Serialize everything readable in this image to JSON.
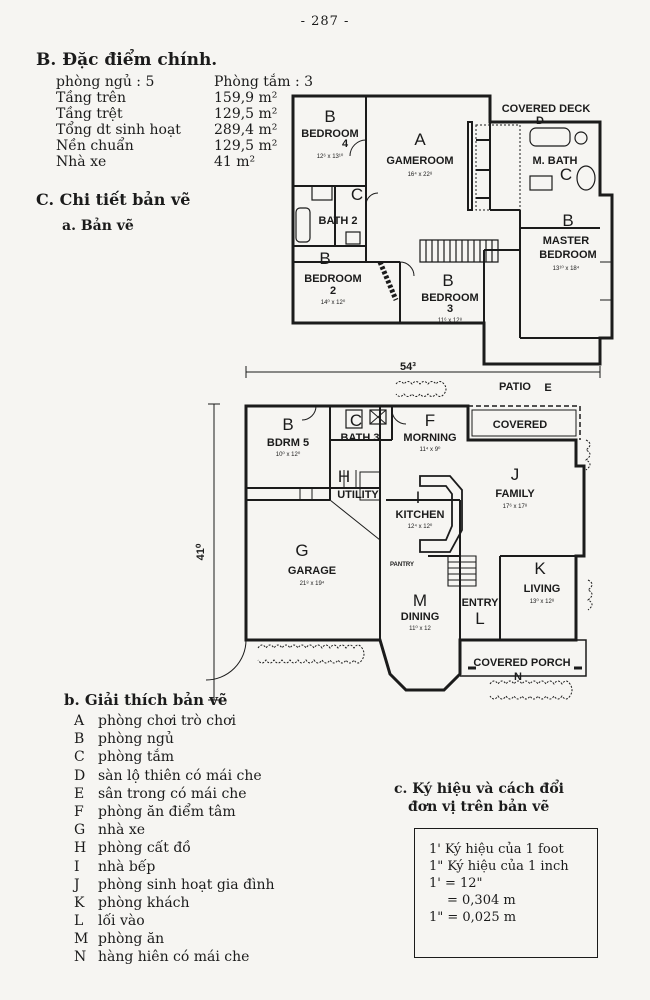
{
  "page_number": "- 287 -",
  "section_b": {
    "title": "B. Đặc điểm chính.",
    "stats": [
      {
        "label": "phòng ngủ : 5",
        "value": "Phòng tắm : 3"
      },
      {
        "label": "Tầng trên",
        "value": "159,9 m²"
      },
      {
        "label": "Tầng trệt",
        "value": "129,5 m²"
      },
      {
        "label": "Tổng dt sinh hoạt",
        "value": "289,4 m²"
      },
      {
        "label": "Nền chuẩn",
        "value": "129,5 m²"
      },
      {
        "label": "Nhà xe",
        "value": "41 m²"
      }
    ]
  },
  "section_c": {
    "title": "C. Chi tiết bản vẽ",
    "sub_a": "a. Bản vẽ"
  },
  "upper_plan": {
    "rooms": [
      {
        "letter": "B",
        "name": "BEDROOM",
        "num": "4",
        "dim": "12⁶ x 13¹⁰"
      },
      {
        "letter": "A",
        "name": "GAMEROOM",
        "dim": "16⁴ x 22⁸"
      },
      {
        "name": "COVERED DECK",
        "letter": "D"
      },
      {
        "name": "M. BATH",
        "letter": "C"
      },
      {
        "letter": "C",
        "name": "BATH 2"
      },
      {
        "letter": "B",
        "name": "MASTER",
        "name2": "BEDROOM",
        "dim": "13¹⁰ x 18⁴"
      },
      {
        "letter": "B",
        "name": "BEDROOM",
        "num": "2",
        "dim": "14⁰ x 12⁰"
      },
      {
        "letter": "B",
        "name": "BEDROOM",
        "num": "3",
        "dim": "11⁶ x 12⁸"
      }
    ]
  },
  "lower_plan": {
    "dim_width": "54³",
    "dim_depth": "41⁰",
    "rooms": [
      {
        "name": "PATIO",
        "letter": "E"
      },
      {
        "name": "COVERED"
      },
      {
        "letter": "B",
        "name": "BDRM 5",
        "dim": "10⁰ x 12⁰"
      },
      {
        "letter": "C",
        "name": "BATH 3"
      },
      {
        "letter": "F",
        "name": "MORNING",
        "dim": "11⁴ x 9⁰"
      },
      {
        "letter": "H",
        "name": "UTILITY"
      },
      {
        "letter": "J",
        "name": "FAMILY",
        "dim": "17⁶ x 17⁸"
      },
      {
        "letter": "I",
        "name": "KITCHEN",
        "dim": "12⁴ x 12⁰"
      },
      {
        "letter": "G",
        "name": "GARAGE",
        "dim": "21⁸ x 19⁴"
      },
      {
        "name": "PANTRY"
      },
      {
        "letter": "K",
        "name": "LIVING",
        "dim": "13⁰ x 12⁸"
      },
      {
        "letter": "M",
        "name": "DINING",
        "dim": "11⁰ x 12"
      },
      {
        "name": "ENTRY",
        "letter": "L"
      },
      {
        "name": "COVERED PORCH",
        "letter": "N"
      }
    ]
  },
  "legend": {
    "title": "b. Giải thích bản vẽ",
    "items": [
      {
        "letter": "A",
        "text": "phòng chơi trò chơi"
      },
      {
        "letter": "B",
        "text": "phòng ngủ"
      },
      {
        "letter": "C",
        "text": "phòng tắm"
      },
      {
        "letter": "D",
        "text": "sàn lộ thiên có mái che"
      },
      {
        "letter": "E",
        "text": "sân trong có mái che"
      },
      {
        "letter": "F",
        "text": "phòng ăn điểm tâm"
      },
      {
        "letter": "G",
        "text": "nhà xe"
      },
      {
        "letter": "H",
        "text": "phòng cất đồ"
      },
      {
        "letter": "I",
        "text": "nhà bếp"
      },
      {
        "letter": "J",
        "text": "phòng sinh hoạt gia đình"
      },
      {
        "letter": "K",
        "text": "phòng khách"
      },
      {
        "letter": "L",
        "text": "lối vào"
      },
      {
        "letter": "M",
        "text": "phòng ăn"
      },
      {
        "letter": "N",
        "text": "hàng hiên có mái che"
      }
    ]
  },
  "units": {
    "title_line1": "c. Ký hiệu và cách đổi",
    "title_line2": "đơn vị trên bản vẽ",
    "lines": [
      "1' Ký hiệu của 1 foot",
      "1\" Ký hiệu của 1 inch",
      "1' = 12\"",
      "= 0,304 m",
      "1\" = 0,025 m"
    ]
  }
}
